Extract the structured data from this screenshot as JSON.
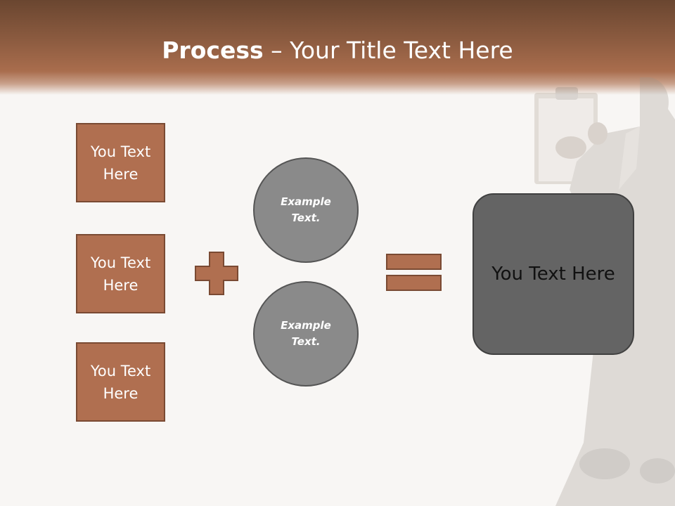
{
  "slide": {
    "title_bold": "Process",
    "title_rest": " – Your Title Text Here"
  },
  "inputs": [
    {
      "label": "You Text Here"
    },
    {
      "label": "You Text Here"
    },
    {
      "label": "You Text Here"
    }
  ],
  "examples": [
    {
      "label": "Example Text."
    },
    {
      "label": "Example Text."
    }
  ],
  "result": {
    "label": "You Text Here"
  },
  "colors": {
    "header_brown": "#8a5a3f",
    "box_fill": "#b06f50",
    "box_border": "#7a4a33",
    "circle_fill": "#8a8a8a",
    "result_fill": "#646464"
  }
}
